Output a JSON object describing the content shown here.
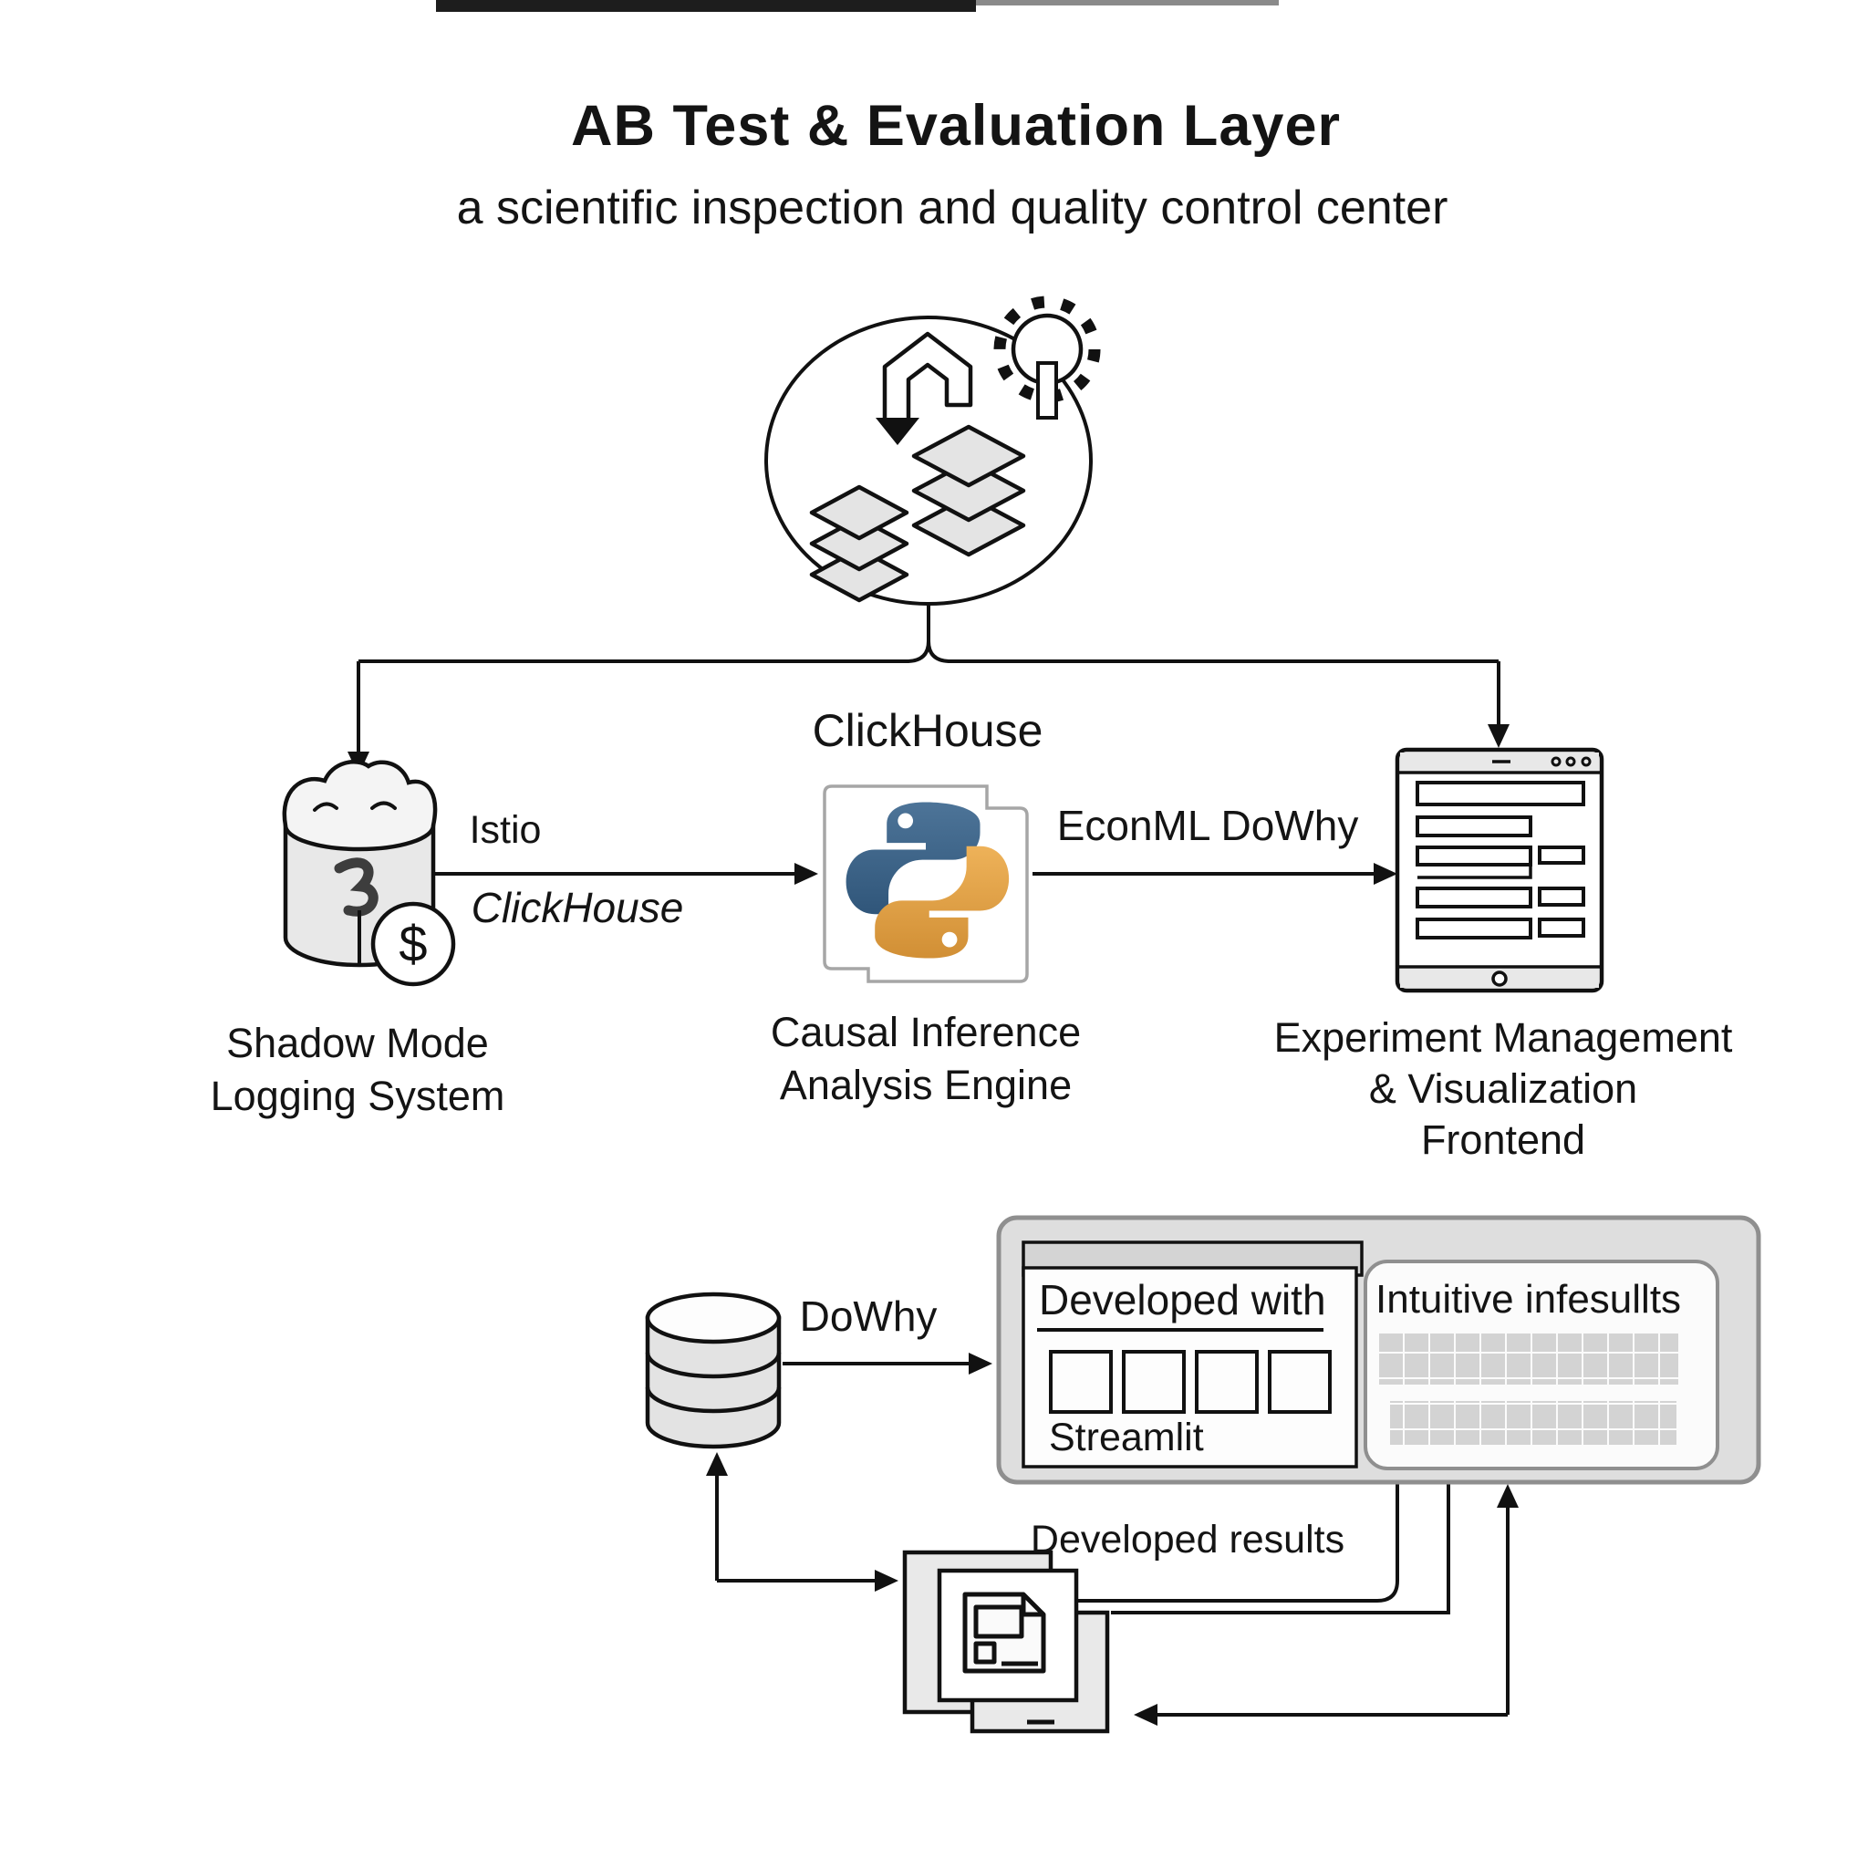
{
  "header": {
    "title": "AB Test & Evaluation Layer",
    "subtitle": "a scientific inspection and quality control center"
  },
  "hub": {
    "label": "ClickHouse"
  },
  "nodes": {
    "shadow": {
      "line1": "Shadow Mode",
      "line2": "Logging System",
      "badge": "$"
    },
    "causal": {
      "line1": "Causal Inference",
      "line2": "Analysis Engine"
    },
    "frontend": {
      "line1": "Experiment Management",
      "line2": "& Visualization",
      "line3": "Frontend"
    }
  },
  "edges": {
    "shadow_to_causal": {
      "top": "Istio",
      "bottom": "ClickHouse"
    },
    "causal_to_frontend": {
      "label": "EconML DoWhy"
    },
    "db_to_panel": {
      "label": "DoWhy"
    },
    "doc_label": "Developed results"
  },
  "panel": {
    "left_card": {
      "title": "Developed with",
      "caption": "Streamlit"
    },
    "right_card": {
      "title": "Intuitive infesullts"
    }
  },
  "icons": {
    "hub": "data-stack-gear-loop-icon",
    "shadow": "cloud-log-database-icon",
    "causal": "python-logo-icon",
    "frontend": "tablet-icon",
    "store": "database-cylinder-icon",
    "results": "document-stack-icon"
  },
  "colors": {
    "line": "#111111",
    "python_blue": "#3d6a92",
    "python_orange": "#e2a24b",
    "panel_gray": "#dedede",
    "icon_gray": "#e6e6e6"
  }
}
